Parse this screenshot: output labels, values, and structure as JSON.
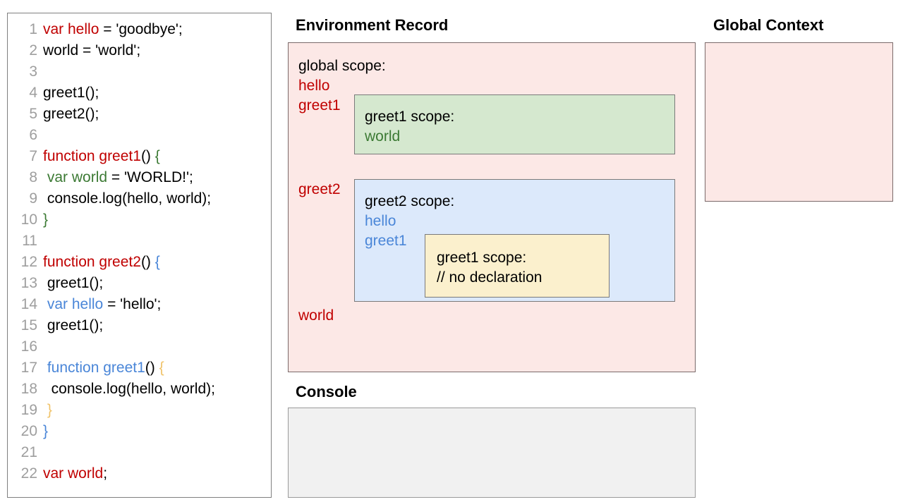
{
  "code_panel": {
    "lines": [
      {
        "number": "1",
        "tokens": [
          {
            "t": "var hello",
            "c": "red"
          },
          {
            "t": " = 'goodbye';",
            "c": "plain"
          }
        ]
      },
      {
        "number": "2",
        "tokens": [
          {
            "t": "world = 'world';",
            "c": "plain"
          }
        ]
      },
      {
        "number": "3",
        "tokens": [
          {
            "t": "",
            "c": "plain"
          }
        ]
      },
      {
        "number": "4",
        "tokens": [
          {
            "t": "greet1();",
            "c": "plain"
          }
        ]
      },
      {
        "number": "5",
        "tokens": [
          {
            "t": "greet2();",
            "c": "plain"
          }
        ]
      },
      {
        "number": "6",
        "tokens": [
          {
            "t": "",
            "c": "plain"
          }
        ]
      },
      {
        "number": "7",
        "tokens": [
          {
            "t": "function greet1",
            "c": "red"
          },
          {
            "t": "() ",
            "c": "plain"
          },
          {
            "t": "{",
            "c": "green"
          }
        ]
      },
      {
        "number": "8",
        "tokens": [
          {
            "t": " ",
            "c": "plain"
          },
          {
            "t": "var world",
            "c": "green"
          },
          {
            "t": " = 'WORLD!';",
            "c": "plain"
          }
        ]
      },
      {
        "number": "9",
        "tokens": [
          {
            "t": " console.log(hello, world);",
            "c": "plain"
          }
        ]
      },
      {
        "number": "10",
        "tokens": [
          {
            "t": "}",
            "c": "green"
          }
        ]
      },
      {
        "number": "11",
        "tokens": [
          {
            "t": "",
            "c": "plain"
          }
        ]
      },
      {
        "number": "12",
        "tokens": [
          {
            "t": "function greet2",
            "c": "red"
          },
          {
            "t": "() ",
            "c": "plain"
          },
          {
            "t": "{",
            "c": "blue"
          }
        ]
      },
      {
        "number": "13",
        "tokens": [
          {
            "t": " greet1();",
            "c": "plain"
          }
        ]
      },
      {
        "number": "14",
        "tokens": [
          {
            "t": " ",
            "c": "plain"
          },
          {
            "t": "var hello",
            "c": "blue"
          },
          {
            "t": " = 'hello';",
            "c": "plain"
          }
        ]
      },
      {
        "number": "15",
        "tokens": [
          {
            "t": " greet1();",
            "c": "plain"
          }
        ]
      },
      {
        "number": "16",
        "tokens": [
          {
            "t": "",
            "c": "plain"
          }
        ]
      },
      {
        "number": "17",
        "tokens": [
          {
            "t": " ",
            "c": "plain"
          },
          {
            "t": "function greet1",
            "c": "blue"
          },
          {
            "t": "() ",
            "c": "plain"
          },
          {
            "t": "{",
            "c": "amber"
          }
        ]
      },
      {
        "number": "18",
        "tokens": [
          {
            "t": "  console.log(hello, world);",
            "c": "plain"
          }
        ]
      },
      {
        "number": "19",
        "tokens": [
          {
            "t": " ",
            "c": "plain"
          },
          {
            "t": "}",
            "c": "amber"
          }
        ]
      },
      {
        "number": "20",
        "tokens": [
          {
            "t": "}",
            "c": "blue"
          }
        ]
      },
      {
        "number": "21",
        "tokens": [
          {
            "t": "",
            "c": "plain"
          }
        ]
      },
      {
        "number": "22",
        "tokens": [
          {
            "t": "var world",
            "c": "red"
          },
          {
            "t": ";",
            "c": "plain"
          }
        ]
      }
    ]
  },
  "environment_record": {
    "heading": "Environment Record",
    "global_scope_label": "global scope:",
    "global_vars": [
      {
        "name": "hello",
        "color": "#c00000"
      },
      {
        "name": "greet1",
        "color": "#c00000"
      },
      {
        "name": "greet2",
        "color": "#c00000"
      },
      {
        "name": "world",
        "color": "#c00000"
      }
    ],
    "greet1_scope": {
      "label": "greet1 scope:",
      "vars": [
        {
          "name": "world",
          "color": "#3c7a34"
        }
      ],
      "fill": "#d5e8cf"
    },
    "greet2_scope": {
      "label": "greet2 scope:",
      "vars": [
        {
          "name": "hello",
          "color": "#4a86d8"
        },
        {
          "name": "greet1",
          "color": "#4a86d8"
        }
      ],
      "fill": "#dce9fb",
      "inner_greet1_scope": {
        "label": "greet1 scope:",
        "comment": "// no declaration",
        "fill": "#fbf0cd"
      }
    },
    "fill": "#fce8e6"
  },
  "global_context": {
    "heading": "Global Context",
    "content": "",
    "fill": "#fce8e6"
  },
  "console": {
    "heading": "Console",
    "content": "",
    "fill": "#f1f1f1"
  }
}
